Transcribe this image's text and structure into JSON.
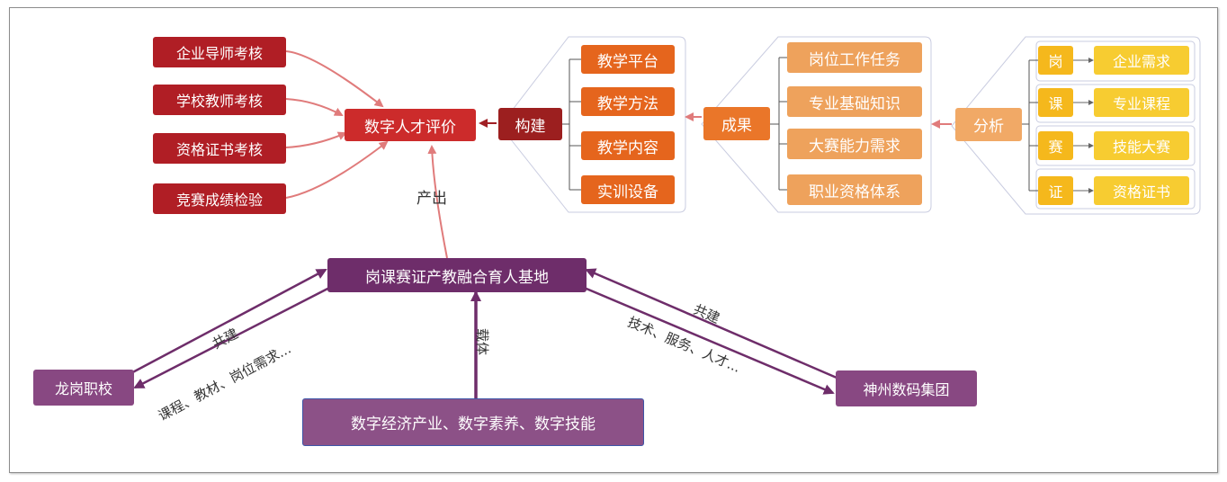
{
  "nodes": {
    "eval_mentor": "企业导师考核",
    "eval_teacher": "学校教师考核",
    "eval_cert": "资格证书考核",
    "eval_contest": "竞赛成绩检验",
    "digital_eval": "数字人才评价",
    "build": "构建",
    "platform": "教学平台",
    "method": "教学方法",
    "content": "教学内容",
    "equipment": "实训设备",
    "result": "成果",
    "task": "岗位工作任务",
    "knowledge": "专业基础知识",
    "contest_need": "大赛能力需求",
    "cert_system": "职业资格体系",
    "analysis": "分析",
    "gang": "岗",
    "ke": "课",
    "sai": "赛",
    "zheng": "证",
    "need": "企业需求",
    "course": "专业课程",
    "skill": "技能大赛",
    "certificate": "资格证书",
    "base": "岗课赛证产教融合育人基地",
    "school": "龙岗职校",
    "company": "神州数码集团",
    "industry": "数字经济产业、数字素养、数字技能"
  },
  "labels": {
    "output": "产出",
    "co_build_left": "共建",
    "left_detail": "课程、教材、岗位需求...",
    "co_build_right": "共建",
    "right_detail": "技术、服务、人才...",
    "carrier": "载体"
  },
  "colors": {
    "red_arrow": "#e07b7b",
    "purple_arrow": "#6e2d6a",
    "bracket": "#c9cce0"
  }
}
